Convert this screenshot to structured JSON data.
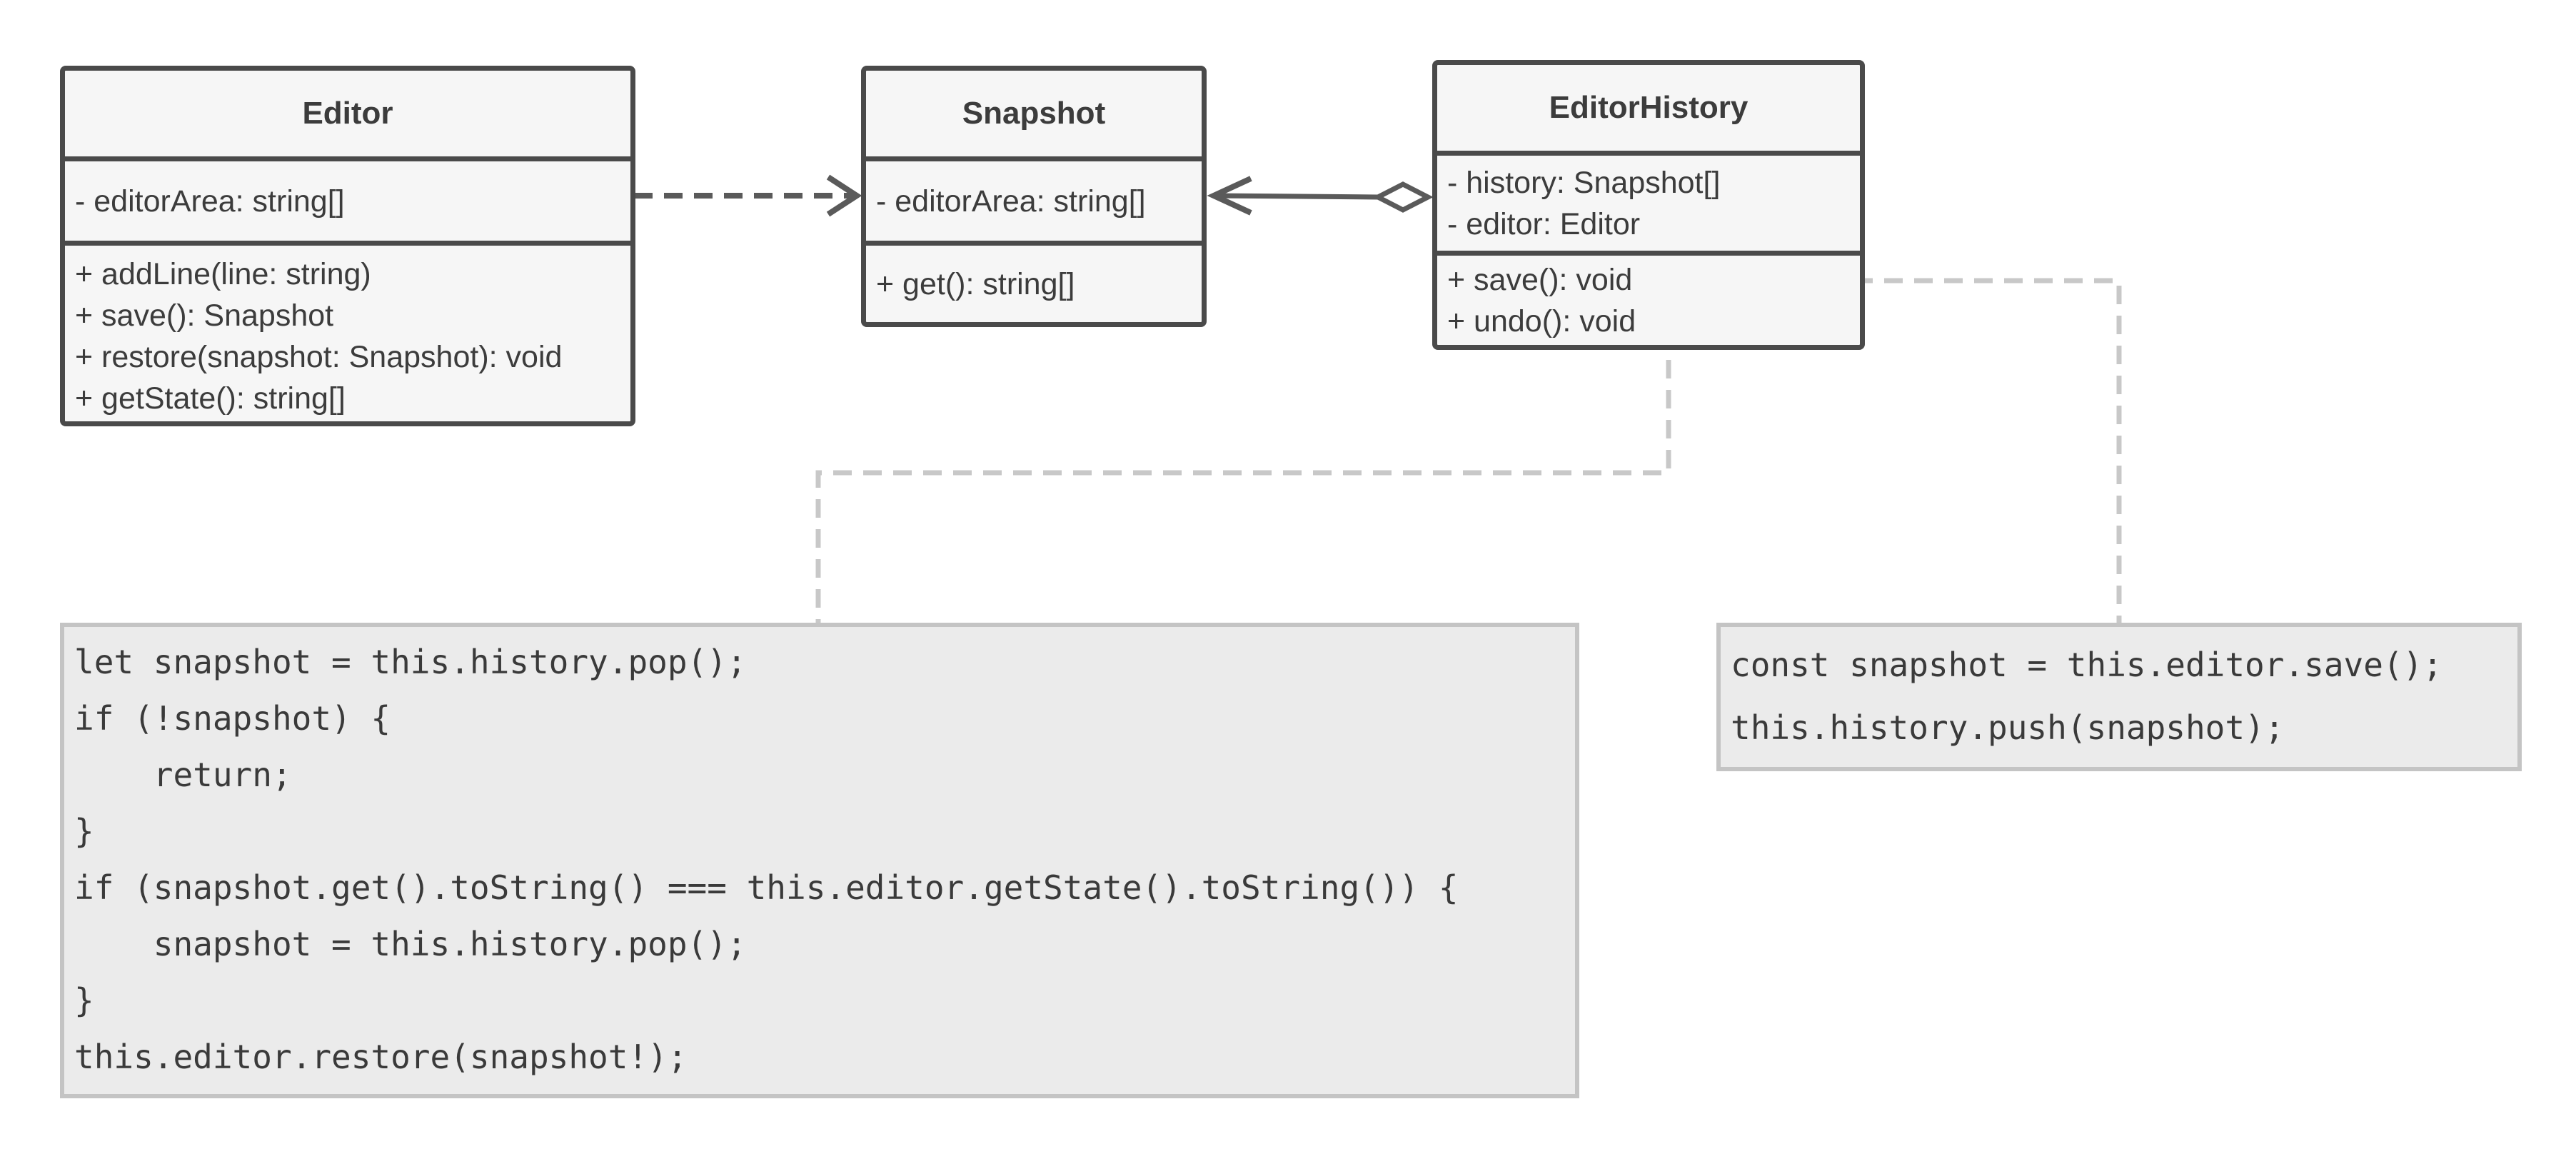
{
  "classes": {
    "editor": {
      "name": "Editor",
      "attributes": [
        "- editorArea: string[]"
      ],
      "methods": [
        "+ addLine(line: string)",
        "+ save(): Snapshot",
        "+ restore(snapshot: Snapshot): void",
        "+ getState(): string[]"
      ]
    },
    "snapshot": {
      "name": "Snapshot",
      "attributes": [
        "- editorArea: string[]"
      ],
      "methods": [
        "+ get(): string[]"
      ]
    },
    "editor_history": {
      "name": "EditorHistory",
      "attributes": [
        "- history: Snapshot[]",
        "- editor: Editor"
      ],
      "methods": [
        "+ save(): void",
        "+ undo(): void"
      ]
    }
  },
  "notes": {
    "undo_code": [
      "let snapshot = this.history.pop();",
      "if (!snapshot) {",
      "    return;",
      "}",
      "if (snapshot.get().toString() === this.editor.getState().toString()) {",
      "    snapshot = this.history.pop();",
      "}",
      "this.editor.restore(snapshot!);"
    ],
    "save_code": [
      "const snapshot = this.editor.save();",
      "this.history.push(snapshot);"
    ]
  },
  "colors": {
    "box_border": "#4a4a4a",
    "box_fill": "#f6f6f6",
    "note_border": "#c4c4c4",
    "note_fill": "#ebebeb",
    "connector": "#5a5a5a",
    "note_link": "#c8c8c8"
  }
}
